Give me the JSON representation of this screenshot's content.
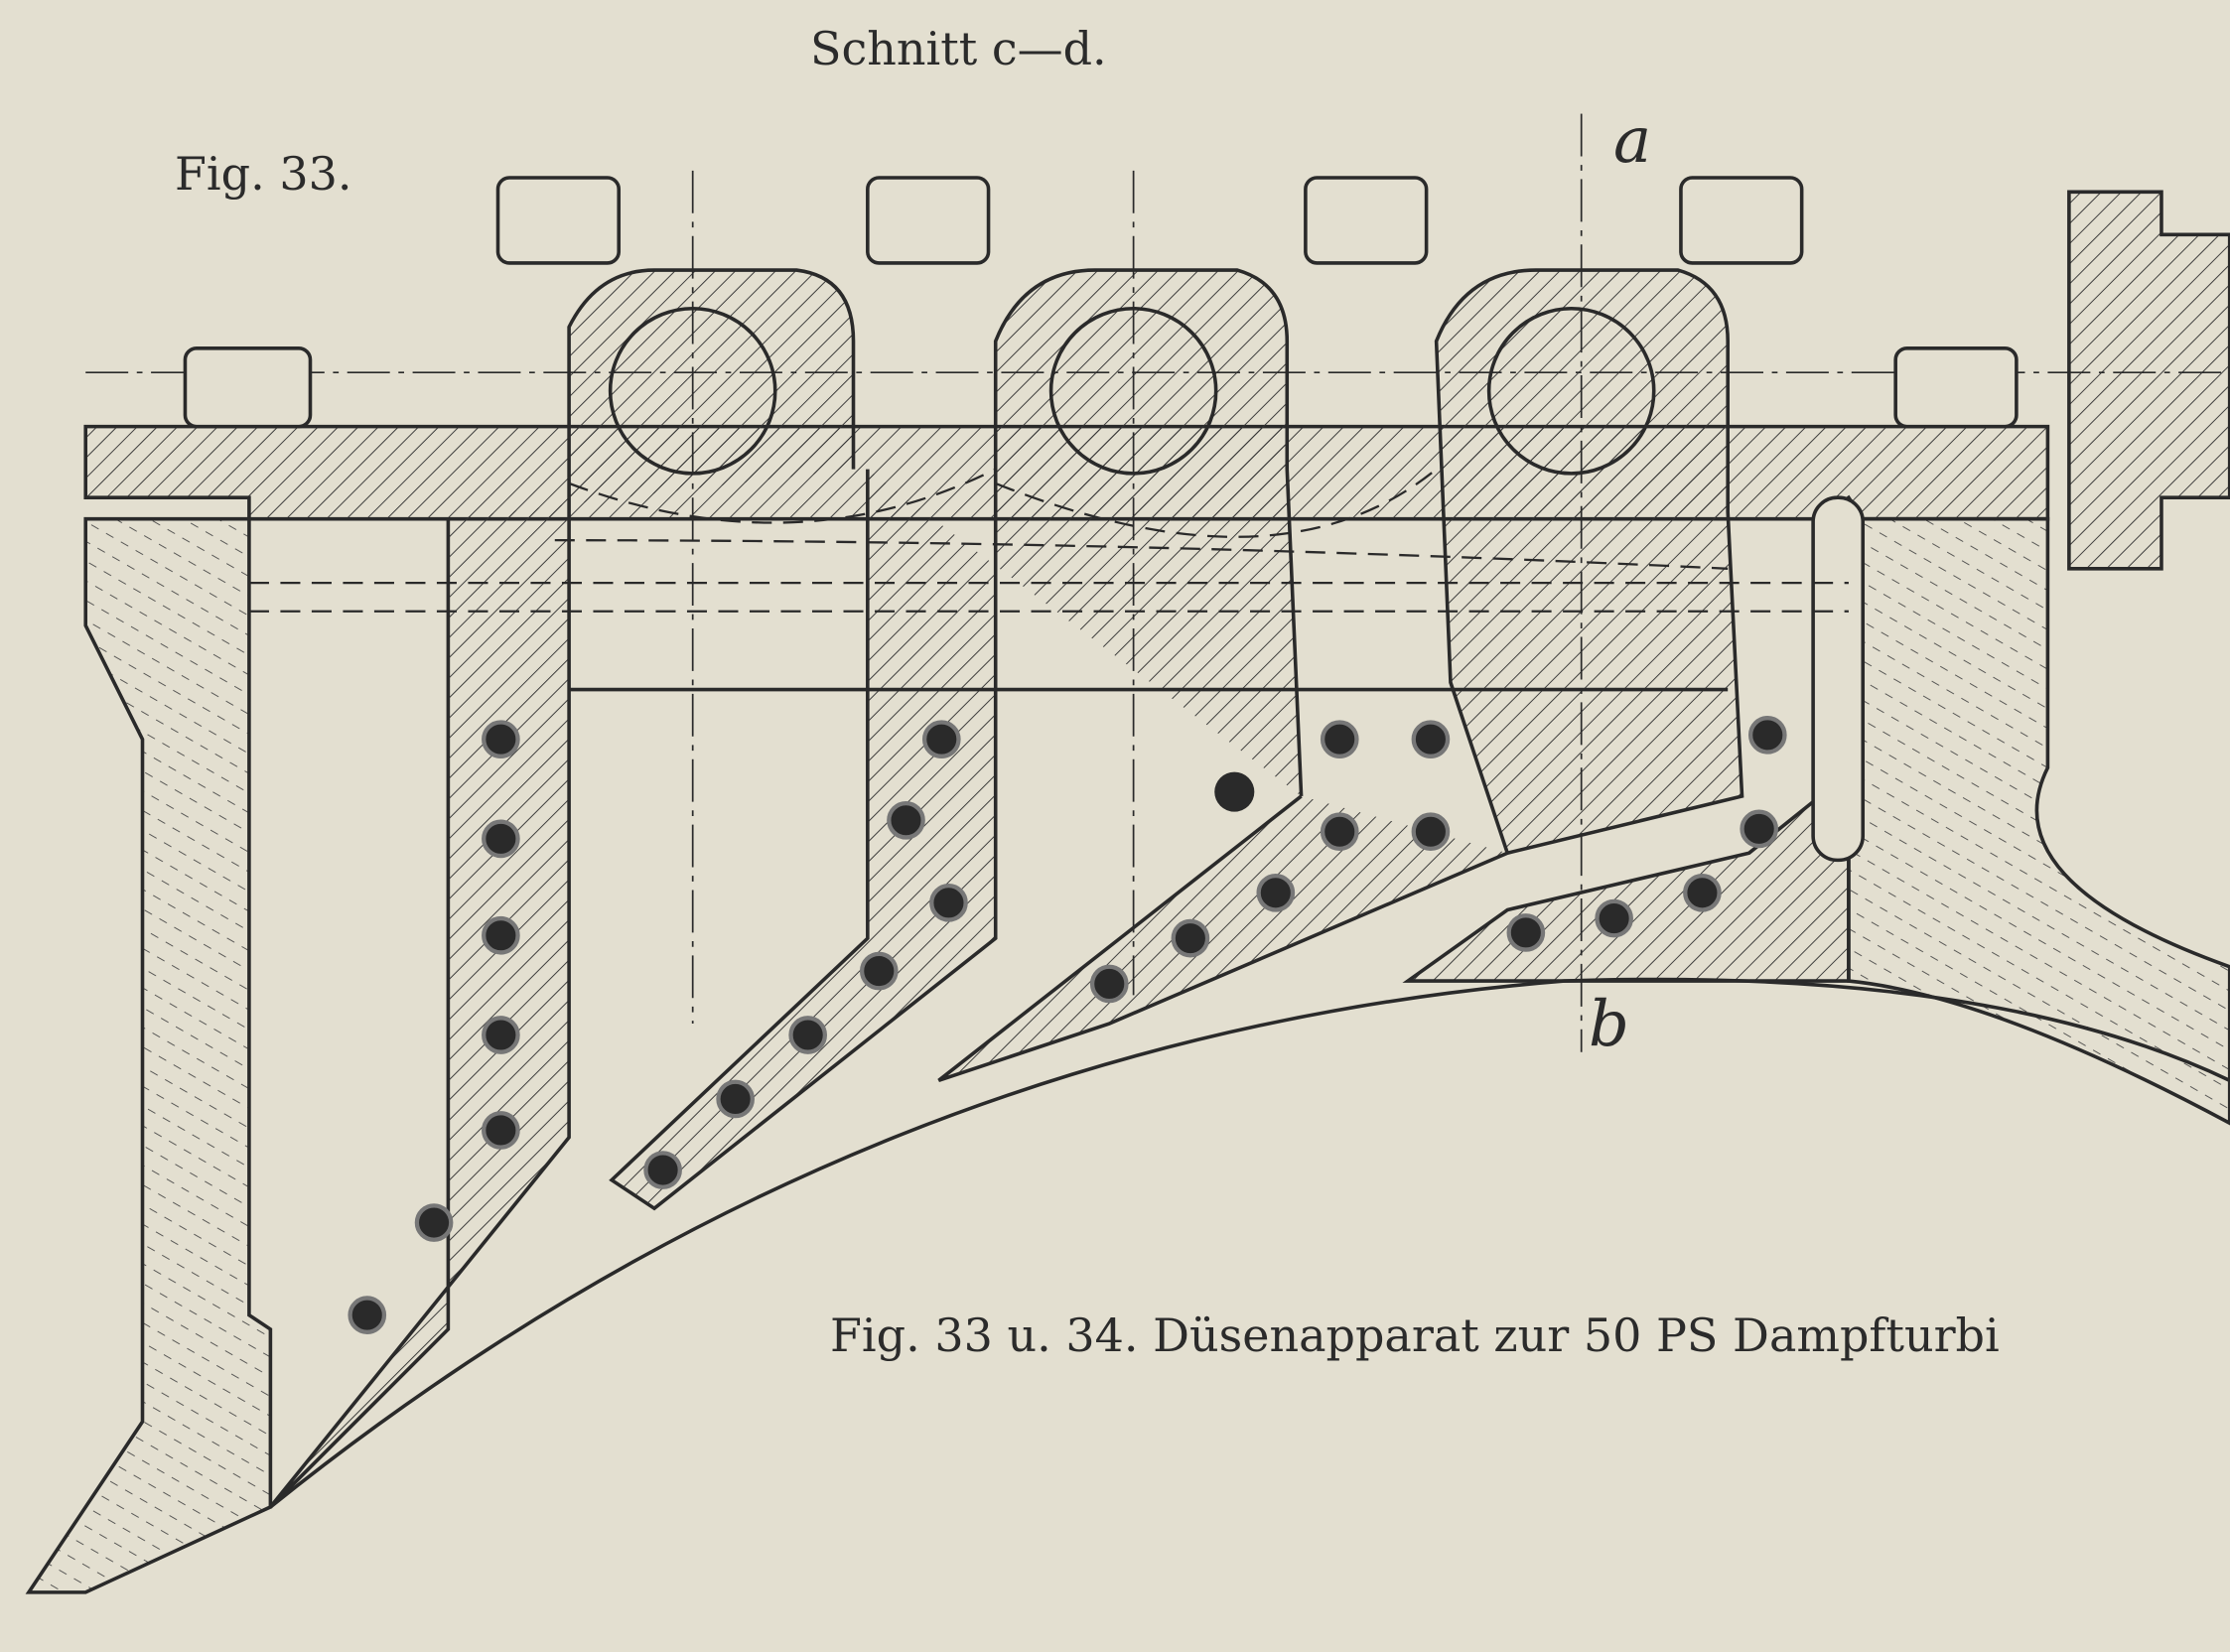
{
  "section_title": "Schnitt c—d.",
  "figure_label": "Fig. 33.",
  "section_mark_top": "a",
  "section_mark_bottom": "b",
  "caption": "Fig. 33 u. 34.  Düsenapparat zur 50 PS Dampfturbi",
  "colors": {
    "paper": "#e3dfd0",
    "ink": "#2a2a2a"
  }
}
